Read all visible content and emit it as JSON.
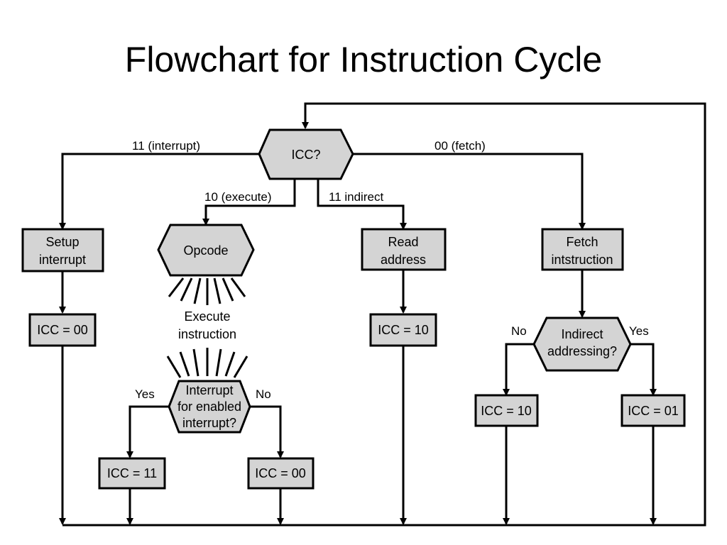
{
  "title": "Flowchart for Instruction Cycle",
  "colors": {
    "node_fill": "#d4d4d4",
    "line": "#000000",
    "background": "#ffffff"
  },
  "nodes": {
    "icc": {
      "lines": [
        "ICC?"
      ]
    },
    "setup": {
      "lines": [
        "Setup",
        "interrupt"
      ]
    },
    "opcode": {
      "lines": [
        "Opcode"
      ]
    },
    "read": {
      "lines": [
        "Read",
        "address"
      ]
    },
    "fetch": {
      "lines": [
        "Fetch",
        "intstruction"
      ]
    },
    "icc00_left": {
      "lines": [
        "ICC = 00"
      ]
    },
    "execute": {
      "lines": [
        "Execute",
        "instruction"
      ]
    },
    "icc10_mid": {
      "lines": [
        "ICC = 10"
      ]
    },
    "indirect": {
      "lines": [
        "Indirect",
        "addressing?"
      ]
    },
    "interrupt_q": {
      "lines": [
        "Interrupt",
        "for enabled",
        "interrupt?"
      ]
    },
    "icc10_right": {
      "lines": [
        "ICC = 10"
      ]
    },
    "icc01": {
      "lines": [
        "ICC = 01"
      ]
    },
    "icc11": {
      "lines": [
        "ICC = 11"
      ]
    },
    "icc00_mid": {
      "lines": [
        "ICC = 00"
      ]
    }
  },
  "edges": {
    "interrupt": "11 (interrupt)",
    "fetch": "00 (fetch)",
    "execute": "10 (execute)",
    "indirect": "11 indirect",
    "indirect_no": "No",
    "indirect_yes": "Yes",
    "interrupt_yes": "Yes",
    "interrupt_no": "No"
  }
}
